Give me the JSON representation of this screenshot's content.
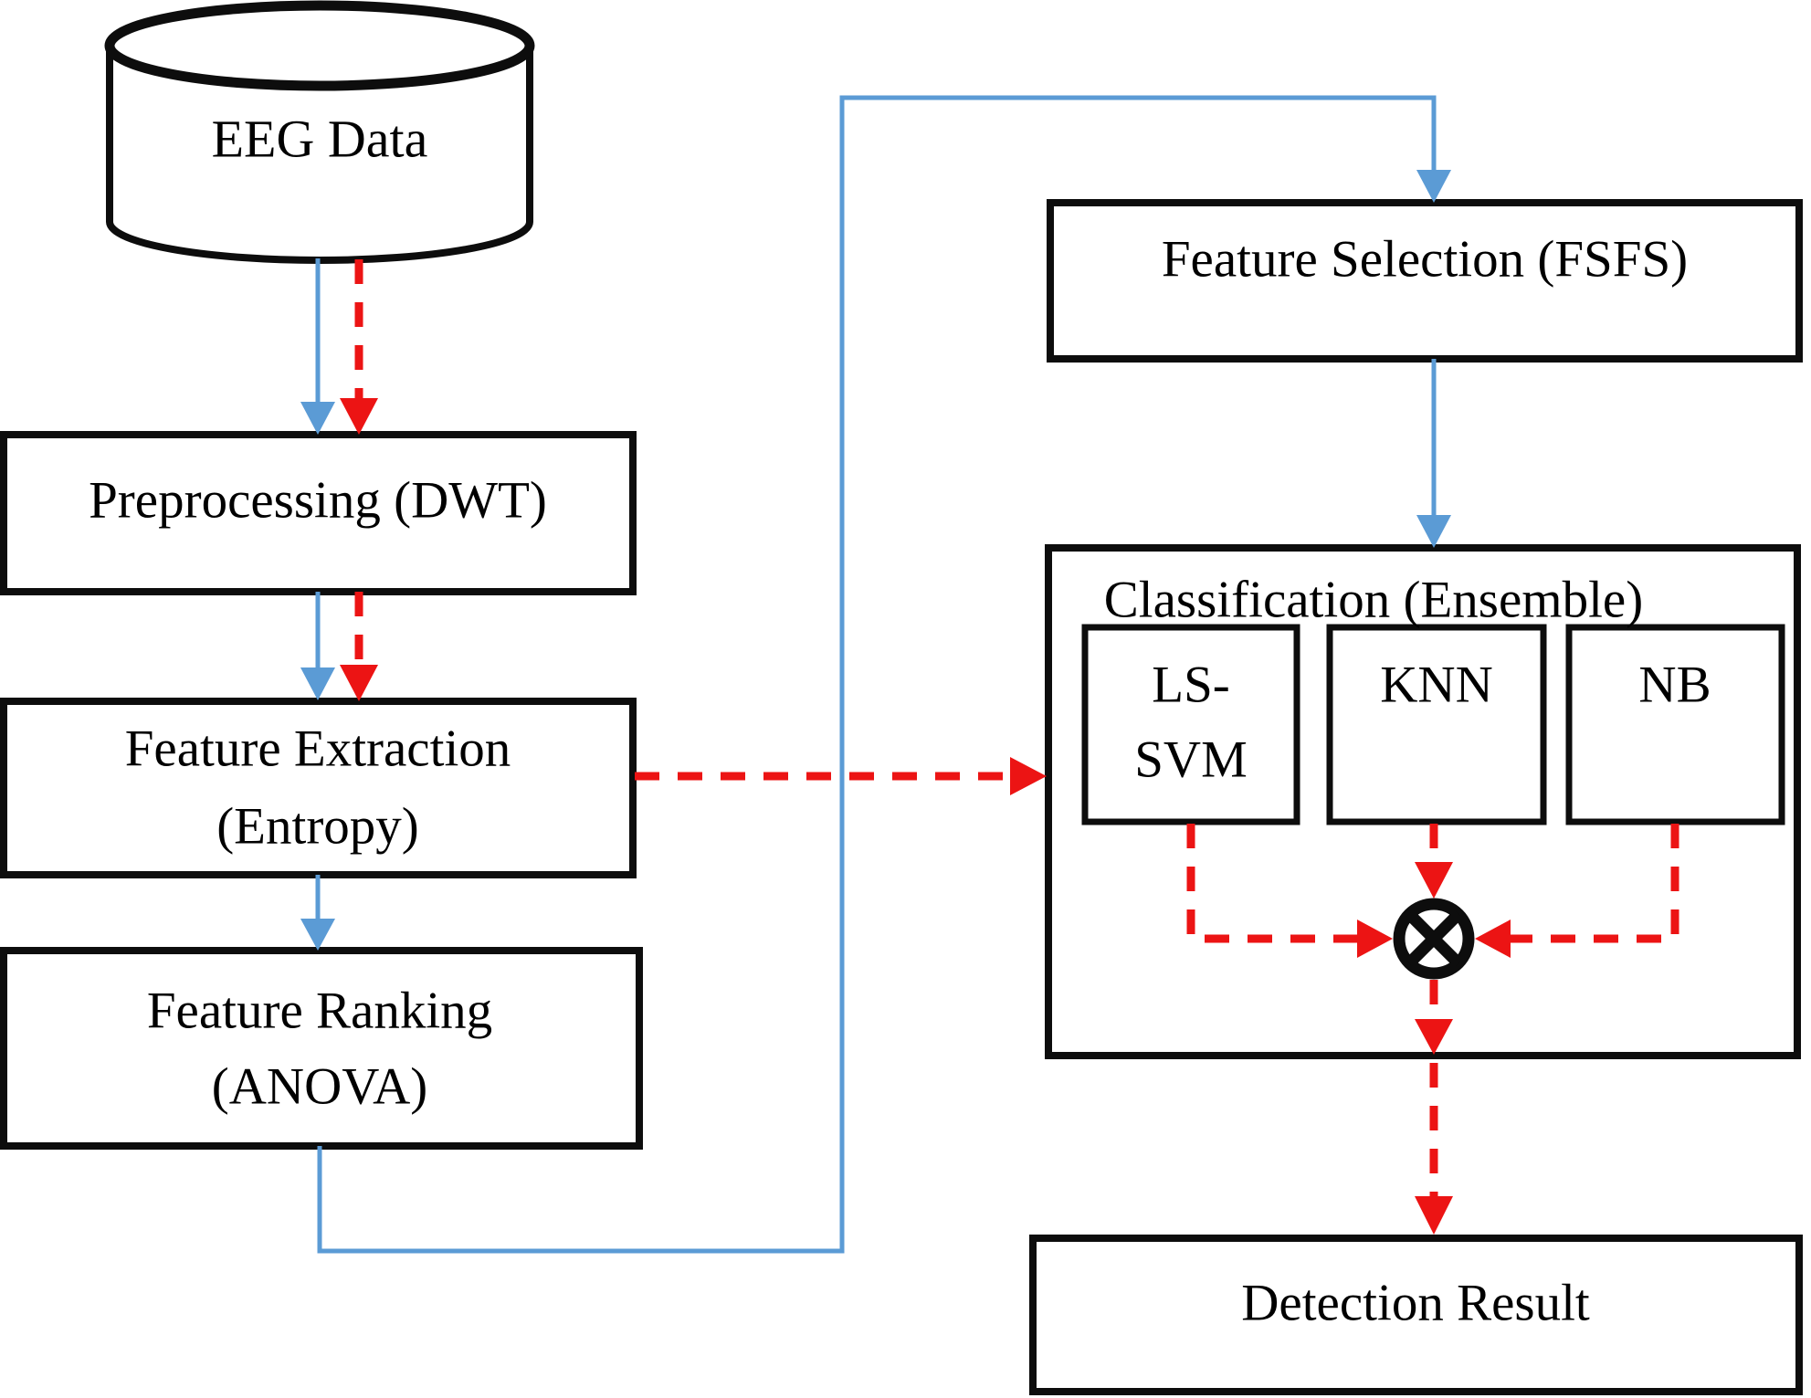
{
  "diagram": {
    "colors": {
      "arrow_blue": "#5b9bd5",
      "arrow_red": "#ec1414",
      "box_border": "#0d0d0d",
      "background": "#ffffff",
      "text_color": "#000000"
    },
    "nodes": {
      "eeg_data": {
        "label": "EEG Data",
        "shape": "cylinder"
      },
      "preprocessing": {
        "label": "Preprocessing (DWT)",
        "shape": "rect"
      },
      "feature_extraction": {
        "line1": "Feature Extraction",
        "line2": "(Entropy)",
        "shape": "rect"
      },
      "feature_ranking": {
        "line1": "Feature Ranking",
        "line2": "(ANOVA)",
        "shape": "rect"
      },
      "feature_selection": {
        "label": "Feature Selection (FSFS)",
        "shape": "rect"
      },
      "classification": {
        "label": "Classification (Ensemble)",
        "shape": "rect-container"
      },
      "ls_svm": {
        "line1": "LS-",
        "line2": "SVM",
        "shape": "rect"
      },
      "knn": {
        "label": "KNN",
        "shape": "rect"
      },
      "nb": {
        "label": "NB",
        "shape": "rect"
      },
      "fusion": {
        "icon": "circled-x"
      },
      "detection_result": {
        "label": "Detection Result",
        "shape": "rect"
      }
    },
    "edges": [
      {
        "from": "eeg_data",
        "to": "preprocessing",
        "style": "blue-solid"
      },
      {
        "from": "eeg_data",
        "to": "preprocessing",
        "style": "red-dashed"
      },
      {
        "from": "preprocessing",
        "to": "feature_extraction",
        "style": "blue-solid"
      },
      {
        "from": "preprocessing",
        "to": "feature_extraction",
        "style": "red-dashed"
      },
      {
        "from": "feature_extraction",
        "to": "feature_ranking",
        "style": "blue-solid"
      },
      {
        "from": "feature_ranking",
        "to": "feature_selection",
        "style": "blue-solid"
      },
      {
        "from": "feature_selection",
        "to": "classification",
        "style": "blue-solid"
      },
      {
        "from": "feature_extraction",
        "to": "classification",
        "style": "red-dashed"
      },
      {
        "from": "ls_svm",
        "to": "fusion",
        "style": "red-dashed"
      },
      {
        "from": "knn",
        "to": "fusion",
        "style": "red-dashed"
      },
      {
        "from": "nb",
        "to": "fusion",
        "style": "red-dashed"
      },
      {
        "from": "fusion",
        "to": "detection_result",
        "style": "red-dashed"
      }
    ]
  }
}
